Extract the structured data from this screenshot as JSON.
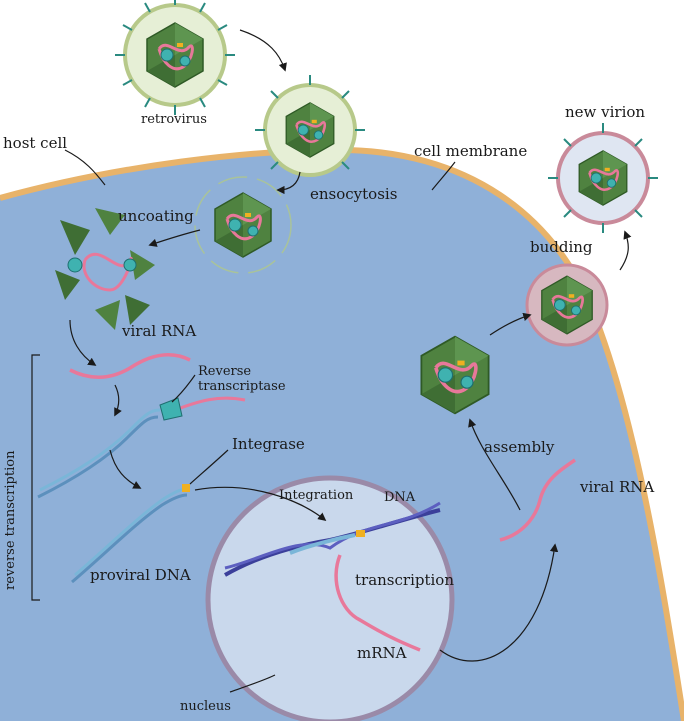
{
  "labels": {
    "retrovirus": "retrovirus",
    "host_cell": "host cell",
    "cell_membrane": "cell membrane",
    "new_virion": "new virion",
    "ensocytosis": "ensocytosis",
    "uncoating": "uncoating",
    "budding": "budding",
    "viral_rna_top": "viral RNA",
    "reverse_transcriptase_1": "Reverse",
    "reverse_transcriptase_2": "transcriptase",
    "integrase": "Integrase",
    "integration": "Integration",
    "dna": "DNA",
    "transcription": "transcription",
    "mrna": "mRNA",
    "proviral_dna": "proviral DNA",
    "nucleus": "nucleus",
    "assembly": "assembly",
    "viral_rna_right": "viral RNA",
    "reverse_transcription": "reverse transcription"
  },
  "colors": {
    "cytoplasm": "#8fb0d8",
    "membrane": "#e8b36a",
    "nucleus": "#c9d8ec",
    "nucleus_edge": "#9a8aa8",
    "capsid": "#4a7a3a",
    "rna": "#e8789a",
    "dna_dark": "#3b3f9a",
    "dna_light": "#7ab6d8",
    "spike": "#2a8a80"
  }
}
